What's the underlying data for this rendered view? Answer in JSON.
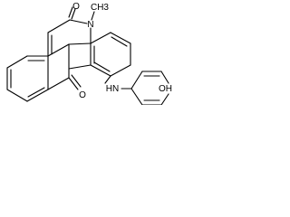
{
  "molecule": {
    "atoms": {
      "carbonyl_oxygen_top": "O",
      "ring_nitrogen": "N",
      "n_methyl": "CH3",
      "amine_nh": "HN",
      "carbonyl_oxygen_bottom": "O",
      "hydroxyl": "OH"
    }
  }
}
